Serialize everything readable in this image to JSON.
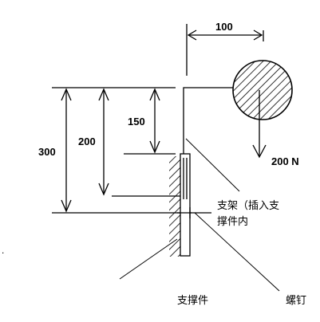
{
  "dimensions": {
    "top_span": "100",
    "d300": "300",
    "d200": "200",
    "d150": "150"
  },
  "labels": {
    "force": "200 N",
    "bracket_line1": "支架（插入支",
    "bracket_line2": "撑件内",
    "support": "支撑件",
    "screw": "螺钉",
    "stray_mark": "."
  }
}
